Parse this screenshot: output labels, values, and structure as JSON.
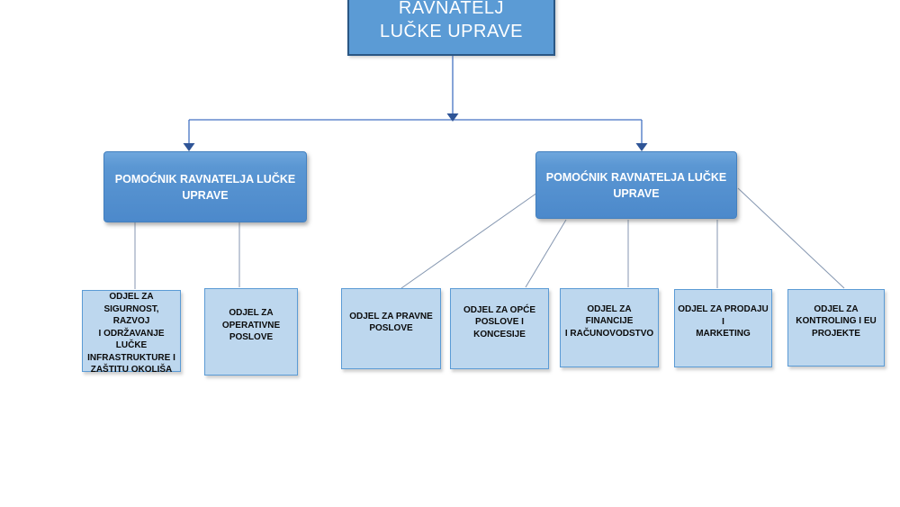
{
  "diagram": {
    "title": "RAVNATELJ\nLUČKE UPRAVE",
    "assistants": [
      {
        "label": "POMOĆNIK RAVNATELJA LUČKE\nUPRAVE"
      },
      {
        "label": "POMOĆNIK RAVNATELJA LUČKE\nUPRAVE"
      }
    ],
    "departments": [
      {
        "label": "ODJEL ZA\nSIGURNOST, RAZVOJ\nI ODRŽAVANJE\nLUČKE\nINFRASTRUKTURE I\nZAŠTITU OKOLIŠA"
      },
      {
        "label": "ODJEL ZA\nOPERATIVNE\nPOSLOVE"
      },
      {
        "label": "ODJEL ZA PRAVNE\nPOSLOVE"
      },
      {
        "label": "ODJEL ZA OPĆE\nPOSLOVE I\nKONCESIJE"
      },
      {
        "label": "ODJEL ZA FINANCIJE\nI RAČUNOVODSTVO"
      },
      {
        "label": "ODJEL ZA PRODAJU I\nMARKETING"
      },
      {
        "label": "ODJEL ZA\nKONTROLING I EU\nPROJEKTE"
      }
    ],
    "colors": {
      "background": "#FFFFFF",
      "node_fill_dark": "#5B9BD5",
      "node_border_dark": "#2A5784",
      "node_fill_light": "#BDD7EE",
      "node_border_light": "#5B9BD5",
      "node_text_dark_box": "#FFFFFF",
      "node_text_light_box": "#0B0B0B",
      "connector_arrow_line": "#4472C4",
      "connector_arrowhead": "#2F5597",
      "connector_thin_line": "#8496B0"
    }
  }
}
